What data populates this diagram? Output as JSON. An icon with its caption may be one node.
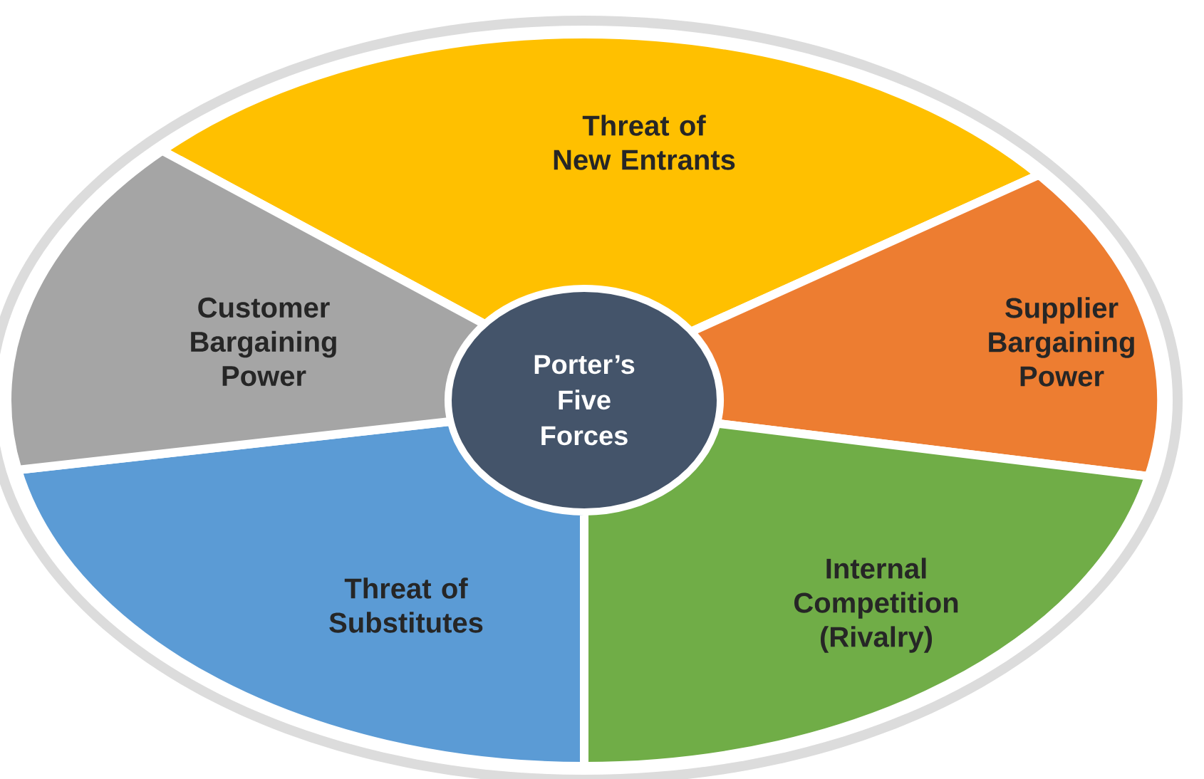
{
  "diagram": {
    "nodes": [
      {
        "text": [
          "Porter’s Five Forces"
        ]
      },
      {
        "text": [
          "Threat of New Entrants"
        ]
      },
      {
        "text": [
          "Supplier Bargaining Power"
        ]
      },
      {
        "text": [
          "Internal Competition (Rivalry)"
        ]
      },
      {
        "text": [
          "Threat of Substitutes"
        ]
      },
      {
        "text": [
          "Customer Bargaining Power"
        ]
      }
    ]
  }
}
